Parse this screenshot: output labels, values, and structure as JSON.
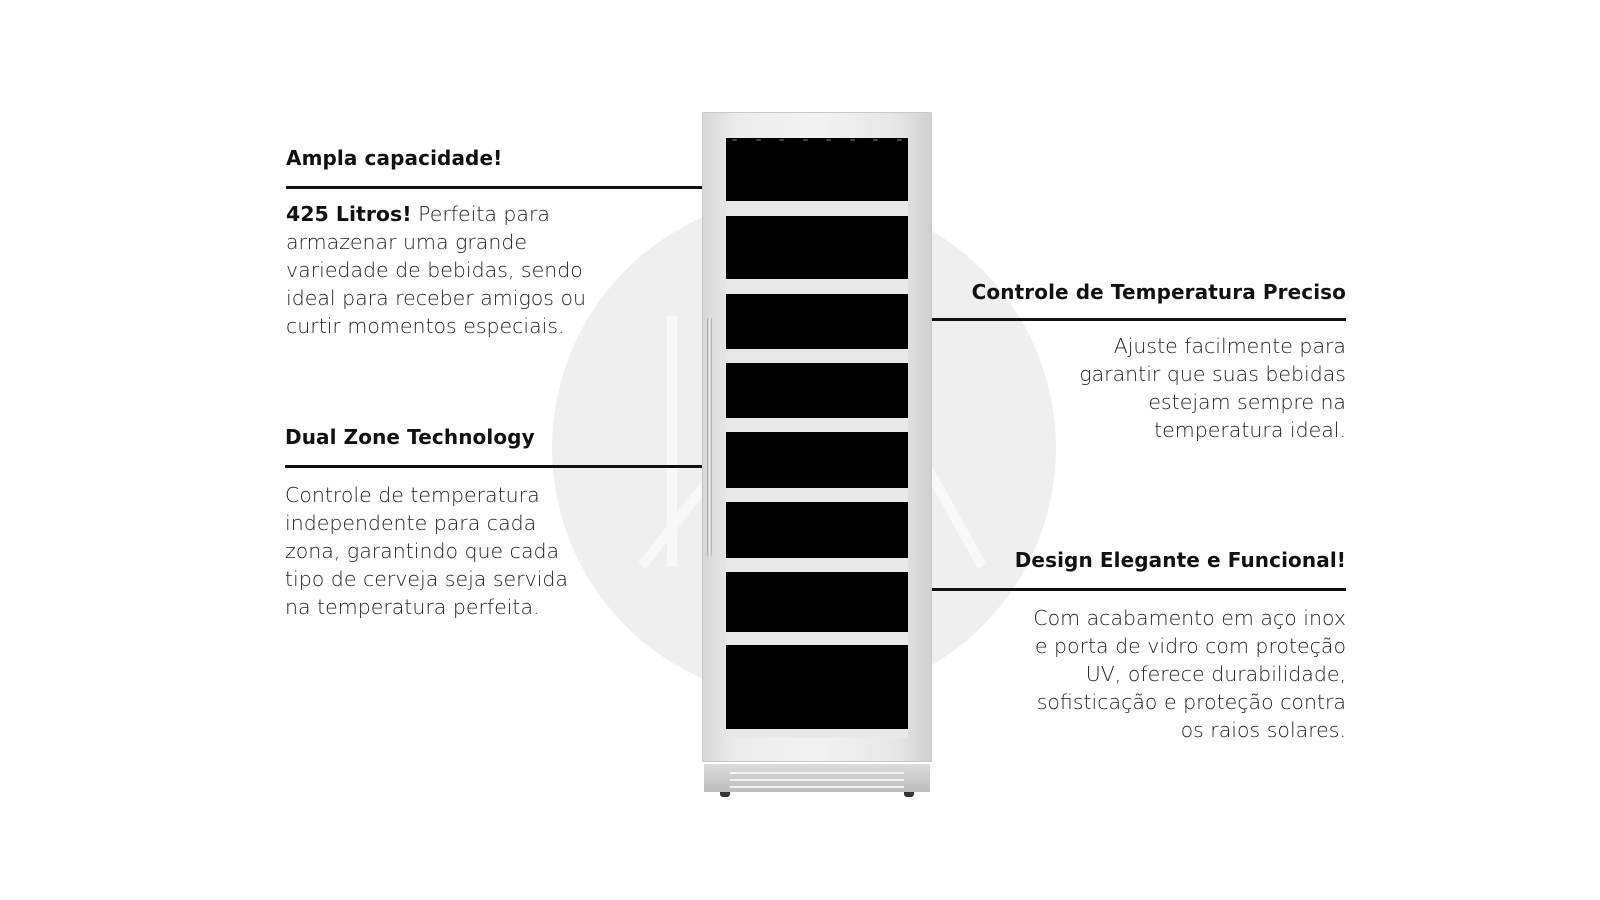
{
  "features": {
    "capacity": {
      "title": "Ampla capacidade!",
      "highlight": "425 Litros!",
      "text": " Perfeita para armazenar uma grande variedade de bebidas, sendo ideal para receber amigos ou curtir momentos especiais."
    },
    "dual_zone": {
      "title": "Dual Zone Technology",
      "text": "Controle de temperatura independente para cada zona, garantindo que cada tipo de cerveja seja servida na temperatura perfeita."
    },
    "temperature": {
      "title": "Controle de Temperatura Preciso",
      "text": "Ajuste facilmente para garantir que suas bebidas estejam sempre na temperatura ideal."
    },
    "design": {
      "title": "Design Elegante e Funcional!",
      "text": "Com acabamento em aço inox e porta de vidro com proteção UV, oferece durabilidade, sofisticação e proteção contra os raios solares."
    }
  },
  "colors": {
    "text": "#111111",
    "circle": "#efefef",
    "glass": "#000000",
    "steel": "#e6e6e6"
  },
  "fridge": {
    "shelf_count": 8,
    "icon": "wine-cooler-icon"
  }
}
